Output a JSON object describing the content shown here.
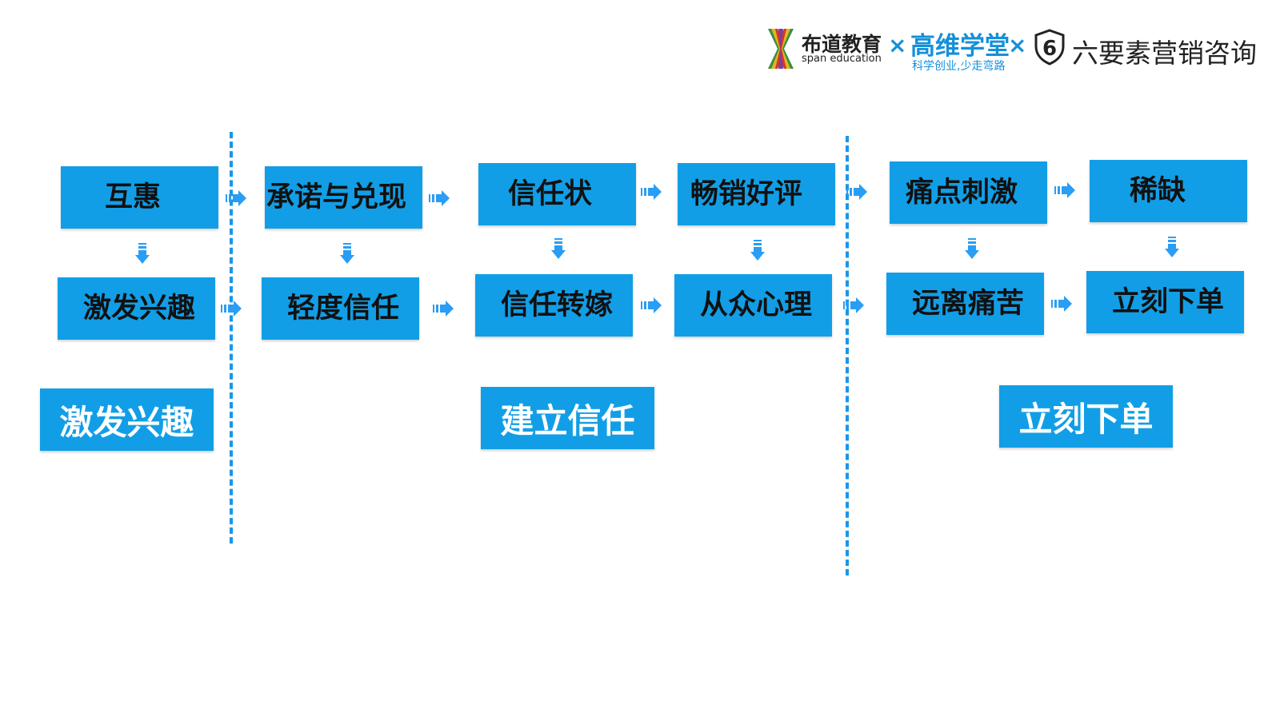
{
  "header": {
    "brand1_name": "布道教育",
    "brand1_sub": "span education",
    "brand2_name": "高维学堂",
    "brand2_sub": "科学创业,少走弯路",
    "brand3_name": "六要素营销咨询",
    "brand3_mark": "6",
    "separator": "×",
    "accent_color": "#1590d8"
  },
  "flow": {
    "row1": [
      "互惠",
      "承诺与兑现",
      "信任状",
      "畅销好评",
      "痛点刺激",
      "稀缺"
    ],
    "row2": [
      "激发兴趣",
      "轻度信任",
      "信任转嫁",
      "从众心理",
      "远离痛苦",
      "立刻下单"
    ]
  },
  "stages": [
    "激发兴趣",
    "建立信任",
    "立刻下单"
  ],
  "colors": {
    "box": "#129ee6",
    "arrow": "#2a9df4",
    "divider": "#1a96e8"
  }
}
